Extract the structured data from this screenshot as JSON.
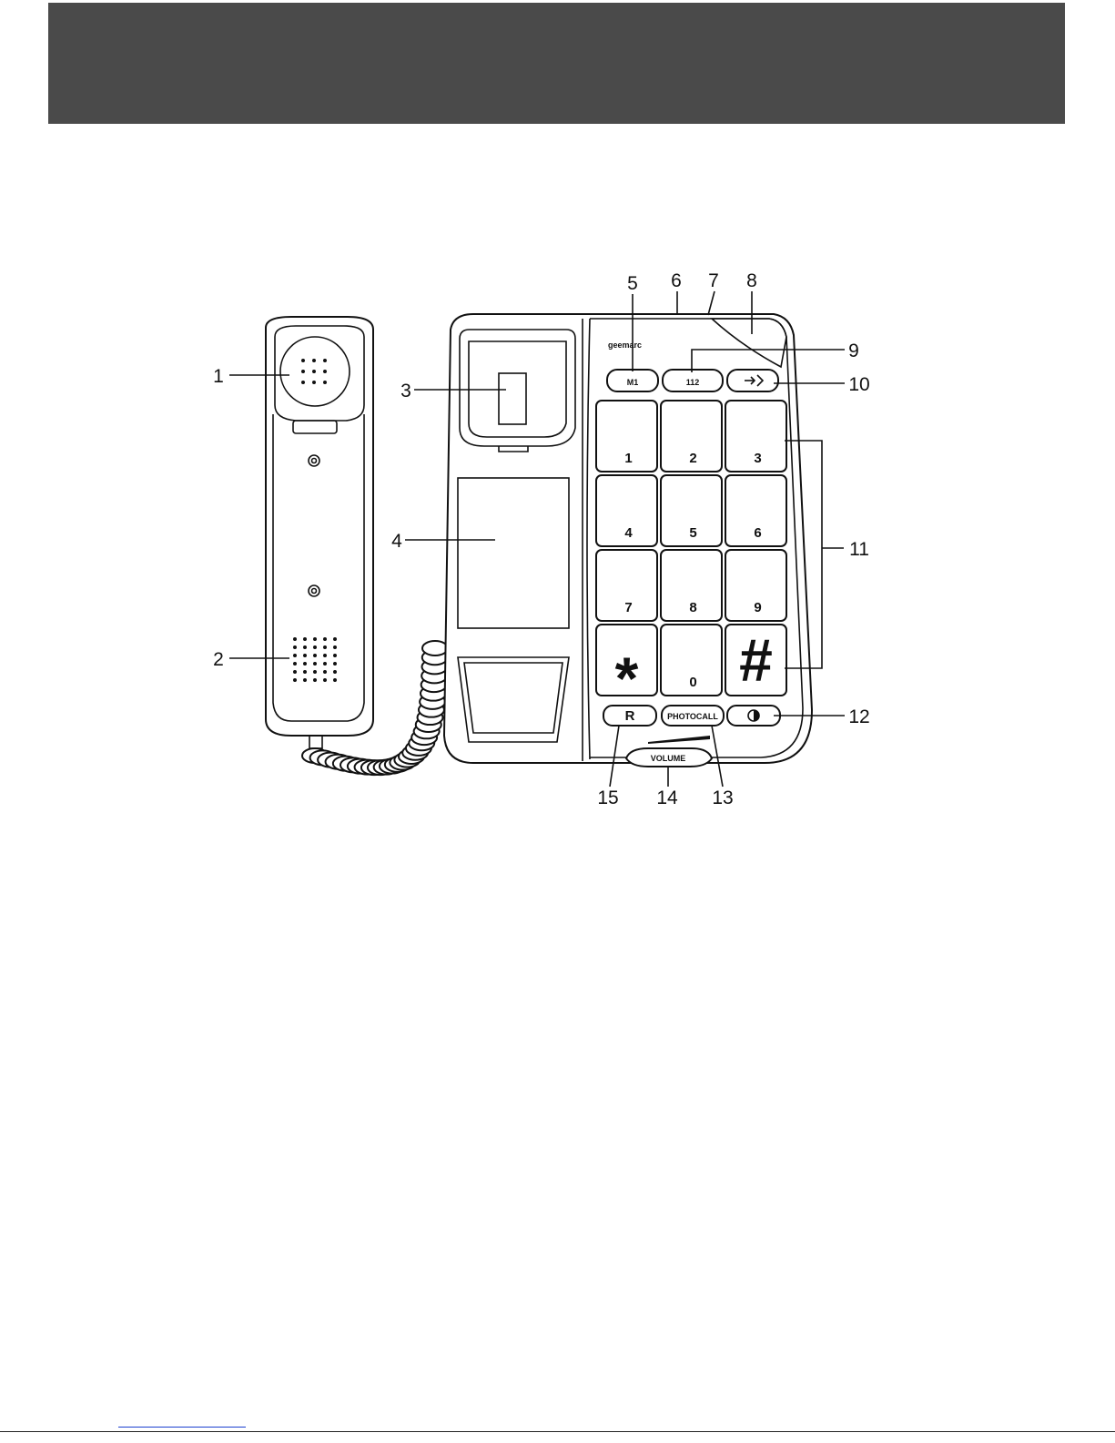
{
  "callouts": [
    "1",
    "2",
    "3",
    "4",
    "5",
    "6",
    "7",
    "8",
    "9",
    "10",
    "11",
    "12",
    "13",
    "14",
    "15"
  ],
  "keypad": [
    "1",
    "2",
    "3",
    "4",
    "5",
    "6",
    "7",
    "8",
    "9",
    "*",
    "0",
    "#"
  ],
  "buttons": {
    "m1": "M1",
    "emergency": "112",
    "redial": "R",
    "photocall": "PHOTOCALL",
    "volume": "VOLUME"
  },
  "brand": "geemarc",
  "colors": {
    "header": "#4a4a4a",
    "line": "#111111"
  }
}
